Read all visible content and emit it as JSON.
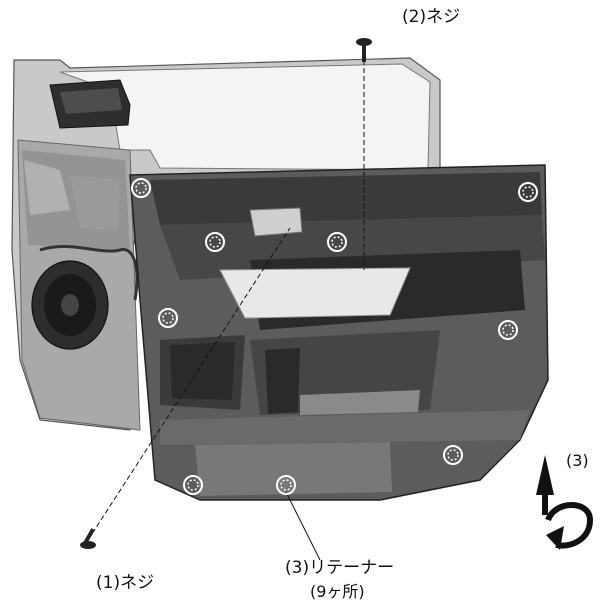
{
  "labels": {
    "screw_top": "(2)ネジ",
    "screw_bottom": "(1)ネジ",
    "retainer_name": "(3)リテーナー",
    "retainer_count": "(9ヶ所)",
    "step_marker": "(3)"
  },
  "retainer_count_value": 9,
  "colors": {
    "panel_dark": "#3a3a3a",
    "panel_mid": "#5c5c5c",
    "panel_light": "#8a8a8a",
    "body_gray": "#b8b8b8",
    "trim_silver": "#e8e8e8"
  }
}
